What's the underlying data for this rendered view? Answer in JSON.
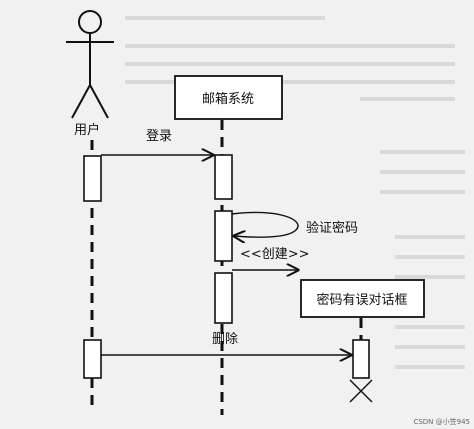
{
  "actor_label": "用户",
  "mail_system_label": "邮箱系统",
  "login_label": "登录",
  "verify_label": "验证密码",
  "create_label": "<<创建>>",
  "dialog_label": "密码有误对话框",
  "delete_label": "删除",
  "watermark": "CSDN @小笠945"
}
